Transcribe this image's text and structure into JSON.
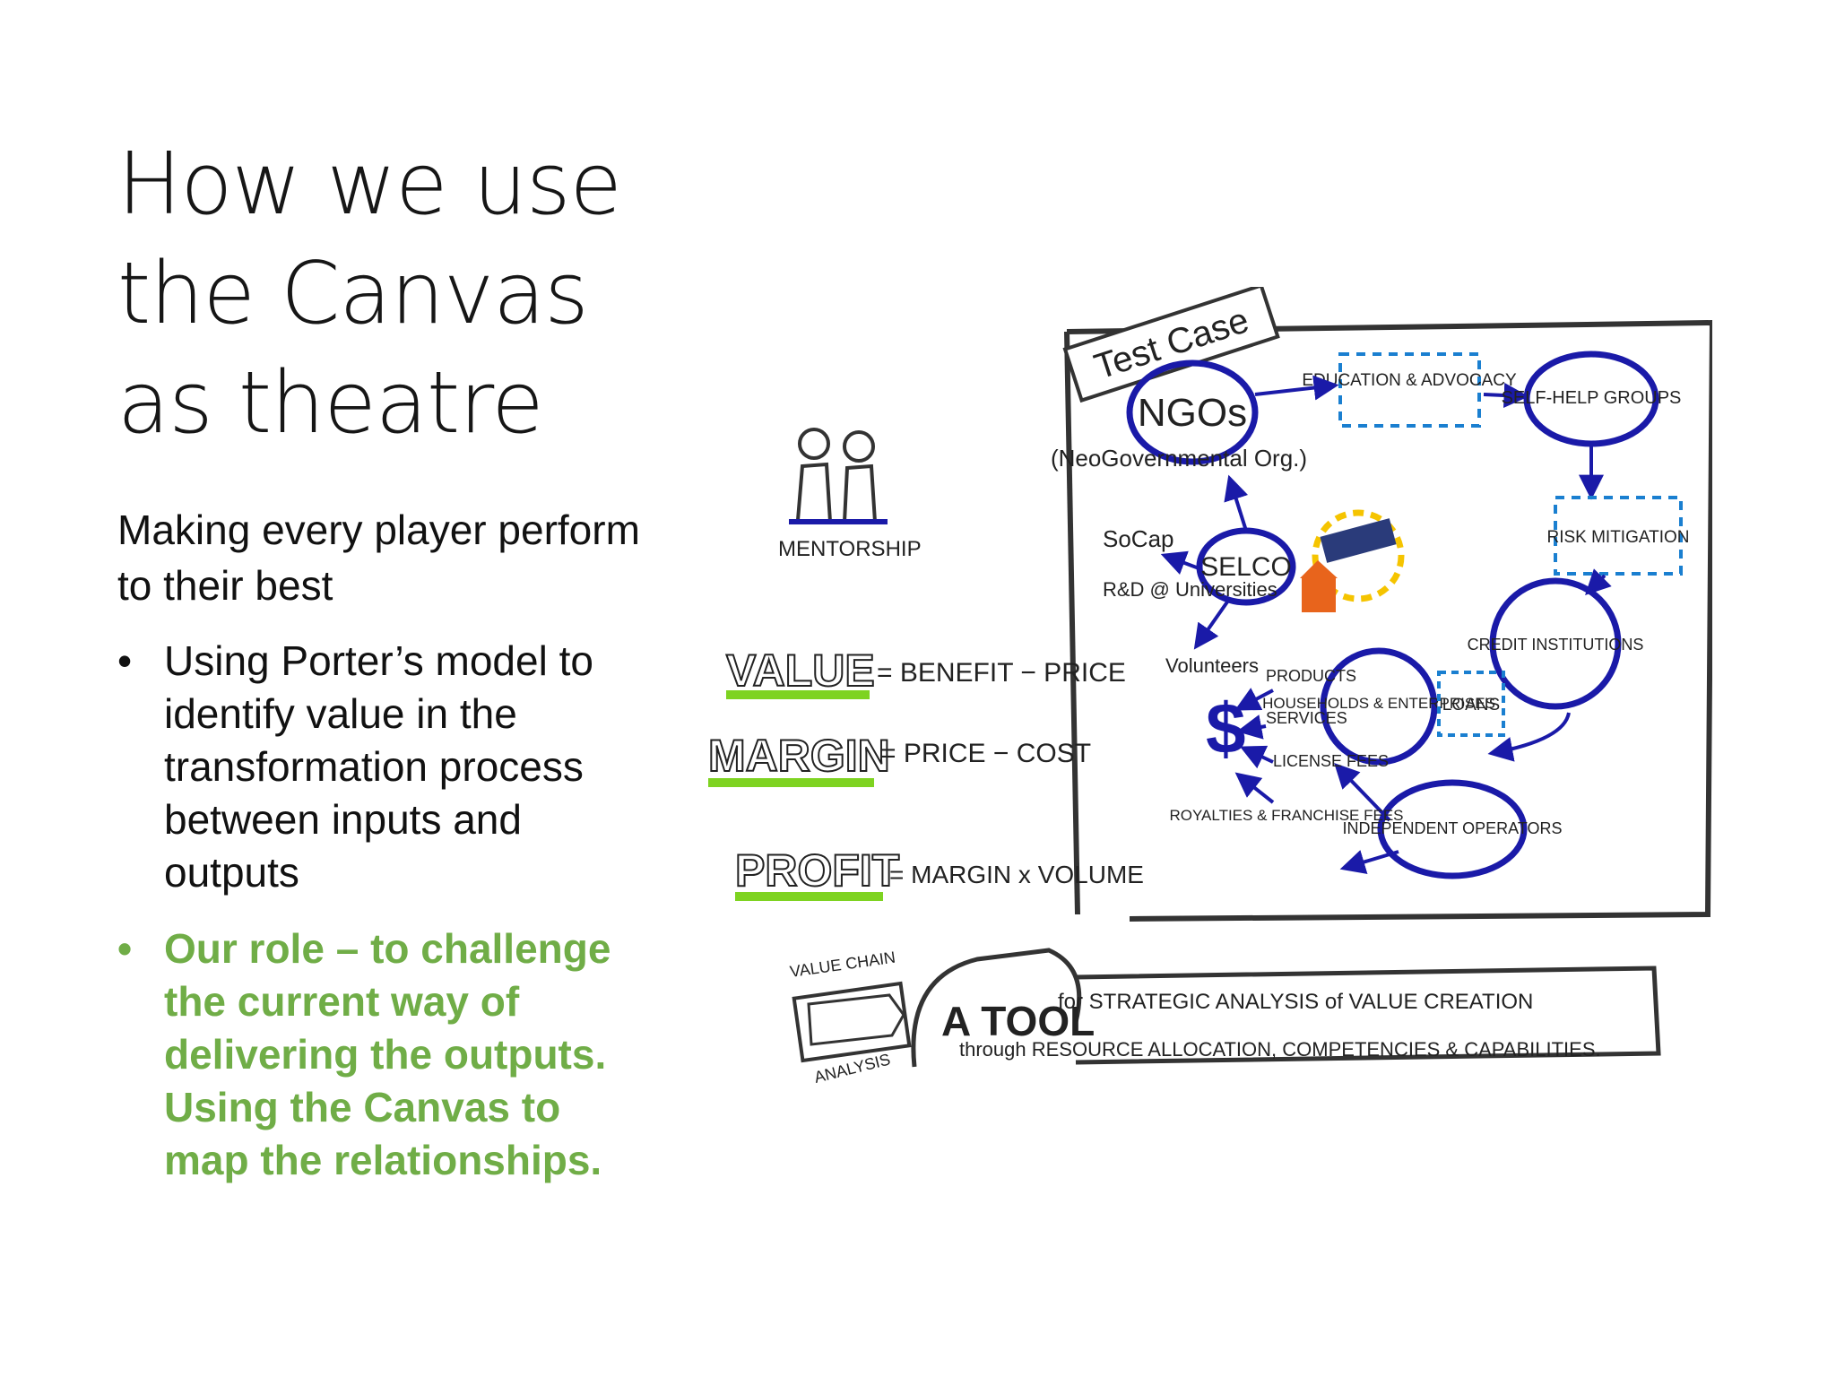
{
  "title": {
    "line1": "How we use",
    "line2": "the Canvas",
    "line3": "as theatre"
  },
  "subtitle": "Making every player perform to their best",
  "bullets": [
    {
      "marker": "•",
      "text": "Using Porter’s model to identify value in the transformation process between inputs and outputs"
    },
    {
      "marker": "•",
      "text": "Our role – to challenge the current way of delivering the outputs. Using the Canvas to map the relationships."
    }
  ],
  "sketch": {
    "tag": "Test Case",
    "ngo": "NGOs",
    "ngo_full": "(NeoGovernmental Org.)",
    "education": "EDUCATION & ADVOCACY",
    "self_help": "SELF-HELP GROUPS",
    "risk": "RISK MITIGATION",
    "credit": "CREDIT INSTITUTIONS",
    "households": "HOUSEHOLDS & ENTERPRISES",
    "loans": "LOANS",
    "independent": "INDEPENDENT OPERATORS",
    "selco": "SELCO",
    "socap": "SoCap",
    "rnd": "R&D @ Universities",
    "volunteers": "Volunteers",
    "products": "PRODUCTS",
    "services": "SERVICES",
    "license": "LICENSE FEES",
    "royalties": "ROYALTIES & FRANCHISE FEES",
    "dollar": "$",
    "mentorship": "MENTORSHIP",
    "value_eq": {
      "term": "VALUE",
      "rest": "= BENEFIT − PRICE"
    },
    "margin_eq": {
      "term": "MARGIN",
      "rest": "= PRICE − COST"
    },
    "profit_eq": {
      "term": "PROFIT",
      "rest": "= MARGIN x VOLUME"
    },
    "value_chain_top": "VALUE CHAIN",
    "value_chain_bottom": "ANALYSIS",
    "tool_head": "A TOOL",
    "tool_line1": "for STRATEGIC ANALYSIS of VALUE CREATION",
    "tool_line2": "through RESOURCE ALLOCATION, COMPETENCIES & CAPABILITIES."
  },
  "colors": {
    "accent_green": "#70ad47",
    "ink_blue": "#1a1aa8",
    "highlight_green": "#7ed321",
    "sun_yellow": "#f5c400",
    "hut_orange": "#e8641c"
  }
}
